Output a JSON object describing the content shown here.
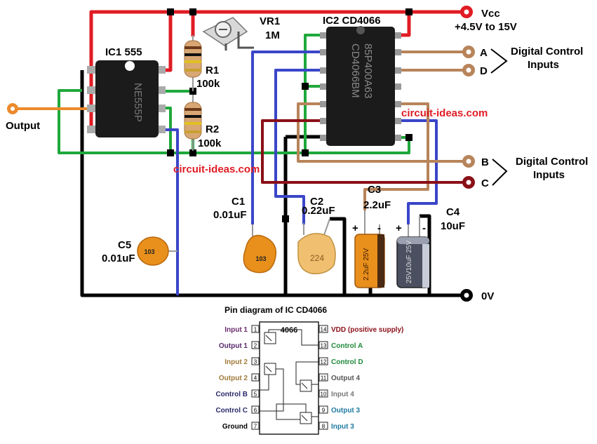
{
  "colors": {
    "red_wire": "#e01c24",
    "green_wire": "#1fa83b",
    "blue_wire": "#3a46c8",
    "black_wire": "#000000",
    "orange_wire": "#ec8a2c",
    "brown_wire": "#b8845a",
    "maroon_wire": "#8a1018",
    "ic_body": "#1b1b1b",
    "cap_orange": "#e88f1c",
    "watermark": "#e01c24"
  },
  "labels": {
    "vcc": "Vcc",
    "vcc_range": "+4.5V to 15V",
    "zero_v": "0V",
    "output": "Output",
    "ic1": "IC1 555",
    "ic1_marking": "NE555P",
    "ic2": "IC2 CD4066",
    "ic2_marking_1": "85P400A63",
    "ic2_marking_2": "CD4066BM",
    "vr1_name": "VR1",
    "vr1_value": "1M",
    "r1_name": "R1",
    "r1_value": "100k",
    "r2_name": "R2",
    "r2_value": "100k",
    "c1_name": "C1",
    "c1_value": "0.01uF",
    "c1_marking": "103",
    "c2_name": "C2",
    "c2_value": "0.22uF",
    "c2_marking": "224",
    "c3_name": "C3",
    "c3_value": "2.2uF",
    "c3_marking": "2.2uF 25V",
    "c4_name": "C4",
    "c4_value": "10uF",
    "c4_marking": "25V10uF 25V",
    "c5_name": "C5",
    "c5_value": "0.01uF",
    "c5_marking": "103",
    "plus": "+",
    "minus": "-",
    "input_a": "A",
    "input_d": "D",
    "input_b": "B",
    "input_c": "C",
    "dci_line1": "Digital Control",
    "dci_line2": "Inputs",
    "watermark": "circuit-ideas.com"
  },
  "pin_diagram": {
    "title": "Pin diagram of IC CD4066",
    "chip_label": "4066",
    "left_pins": [
      {
        "num": "1",
        "label": "Input 1",
        "color": "#6b2a6b"
      },
      {
        "num": "2",
        "label": "Output 1",
        "color": "#5a2a6b"
      },
      {
        "num": "3",
        "label": "Input 2",
        "color": "#a07a3a"
      },
      {
        "num": "4",
        "label": "Output 2",
        "color": "#a07a3a"
      },
      {
        "num": "5",
        "label": "Control B",
        "color": "#2a2a6b"
      },
      {
        "num": "6",
        "label": "Control C",
        "color": "#2a2a6b"
      },
      {
        "num": "7",
        "label": "Ground",
        "color": "#000000"
      }
    ],
    "right_pins": [
      {
        "num": "14",
        "label": "VDD (positive supply)",
        "color": "#8a1018"
      },
      {
        "num": "13",
        "label": "Control A",
        "color": "#1f8a3b"
      },
      {
        "num": "12",
        "label": "Control D",
        "color": "#1f8a3b"
      },
      {
        "num": "11",
        "label": "Output 4",
        "color": "#555555"
      },
      {
        "num": "10",
        "label": "Input 4",
        "color": "#777777"
      },
      {
        "num": "9",
        "label": "Output 3",
        "color": "#1f7aa0"
      },
      {
        "num": "8",
        "label": "Input 3",
        "color": "#1f7aa0"
      }
    ]
  }
}
